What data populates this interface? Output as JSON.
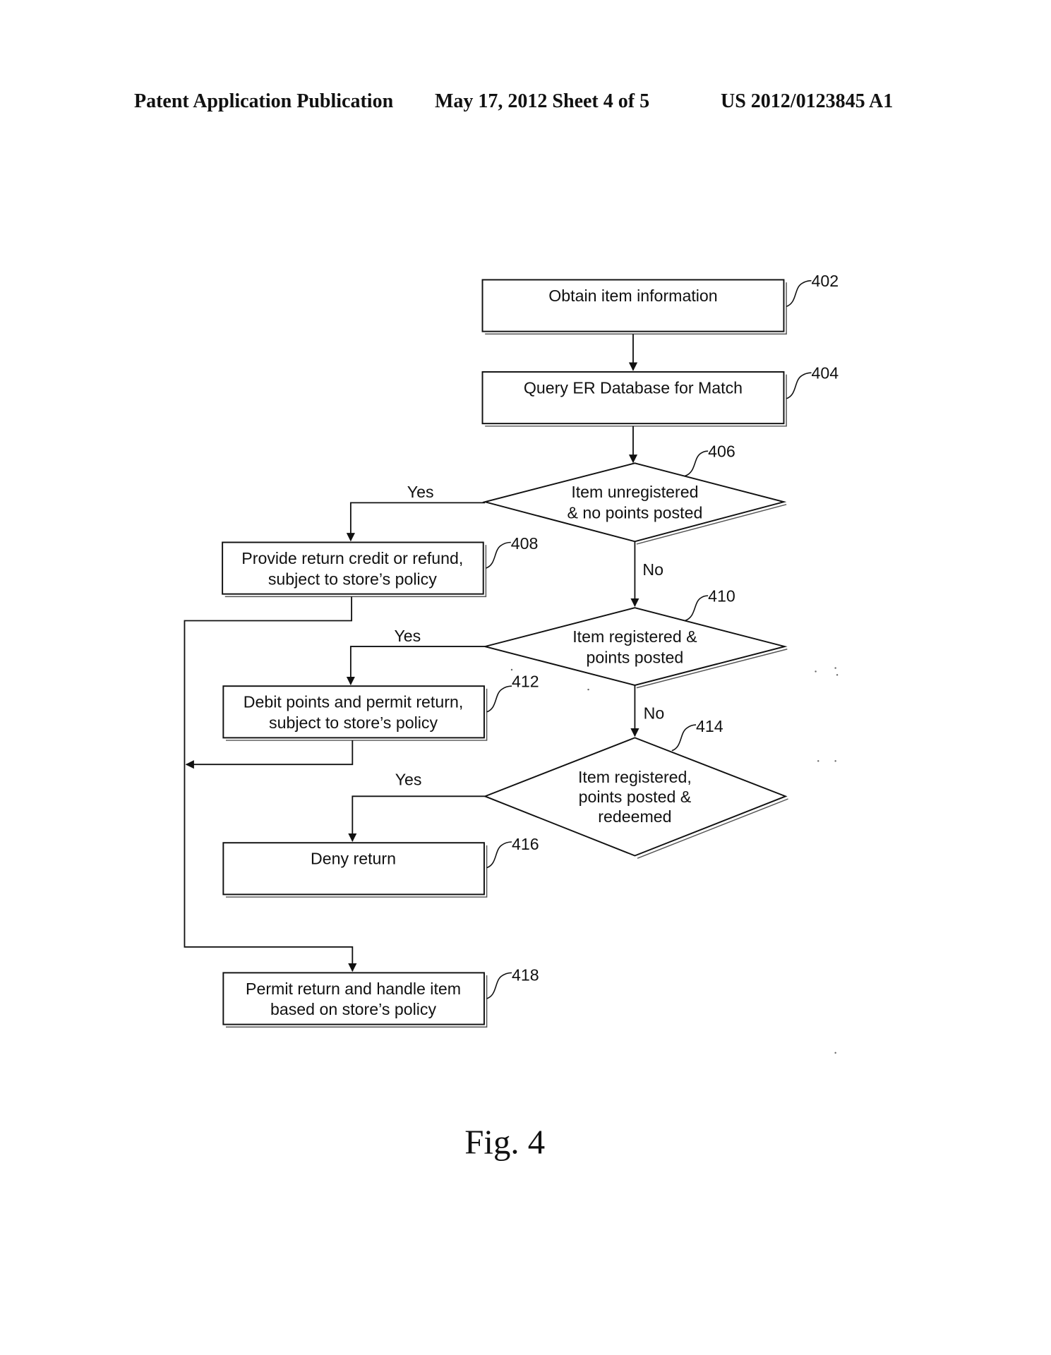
{
  "header": {
    "publication": "Patent Application Publication",
    "date_sheet": "May 17, 2012   Sheet 4 of 5",
    "number": "US 2012/0123845 A1"
  },
  "figure_label": "Fig. 4",
  "nodes": {
    "n402": {
      "ref": "402",
      "type": "process",
      "lines": [
        "Obtain item information"
      ]
    },
    "n404": {
      "ref": "404",
      "type": "process",
      "lines": [
        "Query ER Database for Match"
      ]
    },
    "n406": {
      "ref": "406",
      "type": "decision",
      "lines": [
        "Item unregistered",
        "& no points posted"
      ]
    },
    "n408": {
      "ref": "408",
      "type": "process",
      "lines": [
        "Provide return credit or refund,",
        "subject to store’s policy"
      ]
    },
    "n410": {
      "ref": "410",
      "type": "decision",
      "lines": [
        "Item registered &",
        "points posted"
      ]
    },
    "n412": {
      "ref": "412",
      "type": "process",
      "lines": [
        "Debit points and permit return,",
        "subject to store’s policy"
      ]
    },
    "n414": {
      "ref": "414",
      "type": "decision",
      "lines": [
        "Item registered,",
        "points posted &",
        "redeemed"
      ]
    },
    "n416": {
      "ref": "416",
      "type": "process",
      "lines": [
        "Deny return"
      ]
    },
    "n418": {
      "ref": "418",
      "type": "process",
      "lines": [
        "Permit return and handle item",
        "based on store’s policy"
      ]
    }
  },
  "edge_labels": {
    "e406_yes": "Yes",
    "e406_no": "No",
    "e410_yes": "Yes",
    "e410_no": "No",
    "e414_yes": "Yes"
  },
  "edges": [
    {
      "from": "402",
      "to": "404",
      "label": ""
    },
    {
      "from": "404",
      "to": "406",
      "label": ""
    },
    {
      "from": "406",
      "to": "408",
      "label": "Yes"
    },
    {
      "from": "406",
      "to": "410",
      "label": "No"
    },
    {
      "from": "410",
      "to": "412",
      "label": "Yes"
    },
    {
      "from": "410",
      "to": "414",
      "label": "No"
    },
    {
      "from": "414",
      "to": "416",
      "label": "Yes"
    },
    {
      "from": "408",
      "to": "418",
      "label": ""
    },
    {
      "from": "412",
      "to": "418",
      "label": ""
    }
  ]
}
